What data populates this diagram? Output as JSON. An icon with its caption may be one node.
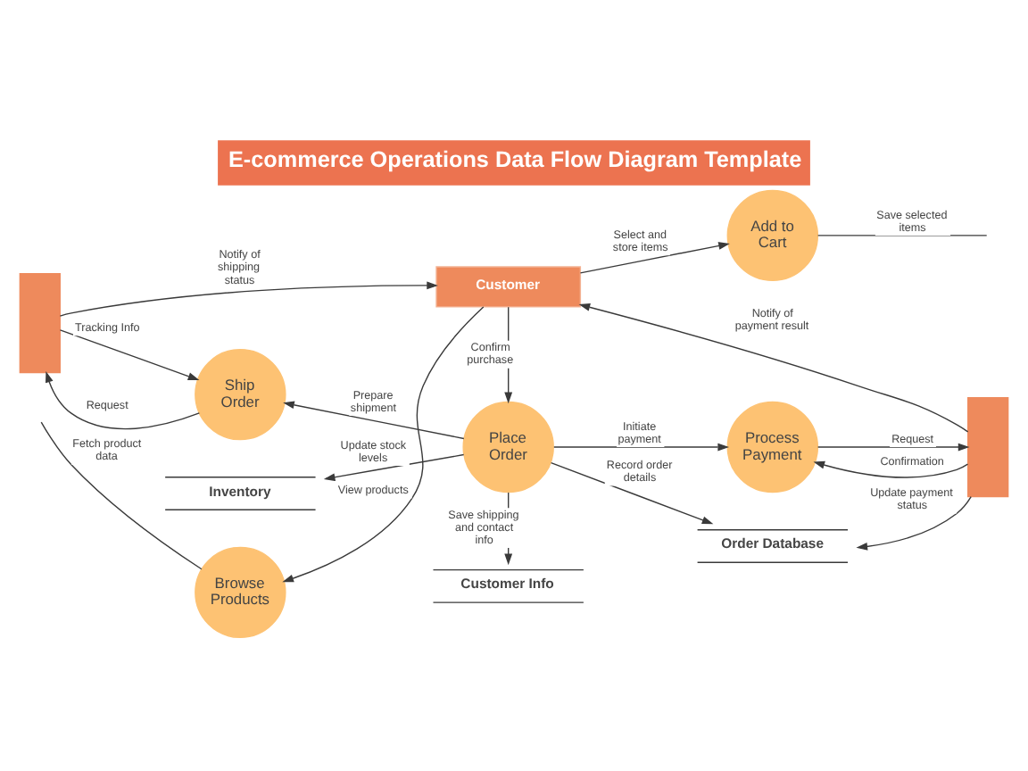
{
  "diagram": {
    "title": "E-commerce Operations Data Flow Diagram Template",
    "nodes": [
      {
        "text": [
          "Customer"
        ]
      },
      {
        "text": [
          "Browse Products"
        ]
      },
      {
        "text": [
          "Add to Cart"
        ]
      },
      {
        "text": [],
        "shape": "box"
      },
      {
        "text": [
          "Ship Order"
        ]
      },
      {
        "text": [
          "Place Order"
        ]
      },
      {
        "text": [
          "Process Payment"
        ]
      },
      {
        "text": [],
        "shape": "box"
      },
      {
        "text": [
          "Inventory"
        ]
      },
      {
        "text": [
          "Customer Info"
        ]
      },
      {
        "text": [
          "Order Database"
        ]
      }
    ],
    "edges": [
      {
        "from": 0,
        "to": 1,
        "arrow": "to",
        "label": "View products"
      },
      {
        "from": 1,
        "to": null,
        "arrow": "none",
        "label": "Fetch product data"
      },
      {
        "from": 0,
        "to": 2,
        "arrow": "to",
        "label": "Select and store items"
      },
      {
        "from": 2,
        "to": null,
        "arrow": "none",
        "label": "Save selected items"
      },
      {
        "from": 0,
        "to": 5,
        "arrow": "to",
        "label": "Confirm purchase"
      },
      {
        "from": 3,
        "to": 0,
        "arrow": "to",
        "label": "Notify of shipping status"
      },
      {
        "from": 7,
        "to": 0,
        "arrow": "to",
        "label": "Notify of payment result"
      },
      {
        "from": 4,
        "to": 3,
        "arrow": "to",
        "label": "Request"
      },
      {
        "from": 3,
        "to": 4,
        "arrow": "to",
        "label": "Tracking Info"
      },
      {
        "from": 5,
        "to": 4,
        "arrow": "to",
        "label": "Prepare shipment"
      },
      {
        "from": 5,
        "to": 6,
        "arrow": "to",
        "label": "Initiate payment"
      },
      {
        "from": 6,
        "to": 7,
        "arrow": "to",
        "label": "Request"
      },
      {
        "from": 7,
        "to": 6,
        "arrow": "to",
        "label": "Confirmation"
      },
      {
        "from": 5,
        "to": 8,
        "arrow": "to",
        "label": "Update stock levels"
      },
      {
        "from": 5,
        "to": 9,
        "arrow": "to",
        "label": "Save shipping and contact info"
      },
      {
        "from": 5,
        "to": 10,
        "arrow": "to",
        "label": "Record order details"
      },
      {
        "from": 7,
        "to": 10,
        "arrow": "to",
        "label": "Update payment status"
      }
    ]
  }
}
